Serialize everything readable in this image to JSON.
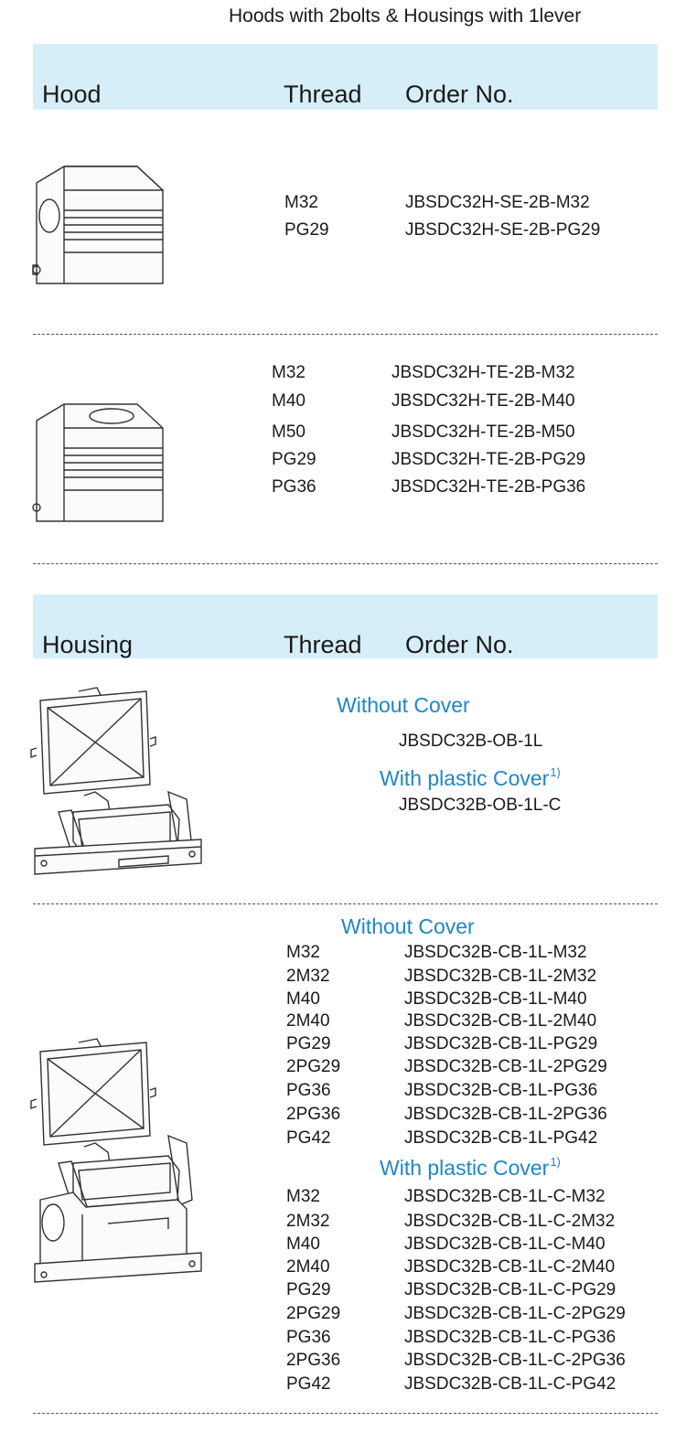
{
  "page_title": "Hoods with 2bolts & Housings with 1lever",
  "hood_header": {
    "col1": "Hood",
    "col2": "Thread",
    "col3": "Order No."
  },
  "hood_side_entry": {
    "rows": [
      {
        "thread": "M32",
        "order": "JBSDC32H-SE-2B-M32"
      },
      {
        "thread": "PG29",
        "order": "JBSDC32H-SE-2B-PG29"
      }
    ]
  },
  "hood_top_entry": {
    "rows": [
      {
        "thread": "M32",
        "order": "JBSDC32H-TE-2B-M32"
      },
      {
        "thread": "M40",
        "order": "JBSDC32H-TE-2B-M40"
      },
      {
        "thread": "M50",
        "order": "JBSDC32H-TE-2B-M50"
      },
      {
        "thread": "PG29",
        "order": "JBSDC32H-TE-2B-PG29"
      },
      {
        "thread": "PG36",
        "order": "JBSDC32H-TE-2B-PG36"
      }
    ]
  },
  "housing_header": {
    "col1": "Housing",
    "col2": "Thread",
    "col3": "Order No."
  },
  "housing_open_base": {
    "without_cover_label": "Without Cover",
    "without_cover_order": "JBSDC32B-OB-1L",
    "with_cover_label": "With plastic Cover",
    "with_cover_note": "1)",
    "with_cover_order": "JBSDC32B-OB-1L-C"
  },
  "housing_closed_base": {
    "without_cover_label": "Without Cover",
    "without_cover_rows": [
      {
        "thread": "M32",
        "order": "JBSDC32B-CB-1L-M32"
      },
      {
        "thread": "2M32",
        "order": "JBSDC32B-CB-1L-2M32"
      },
      {
        "thread": "M40",
        "order": "JBSDC32B-CB-1L-M40"
      },
      {
        "thread": "2M40",
        "order": "JBSDC32B-CB-1L-2M40"
      },
      {
        "thread": "PG29",
        "order": "JBSDC32B-CB-1L-PG29"
      },
      {
        "thread": "2PG29",
        "order": "JBSDC32B-CB-1L-2PG29"
      },
      {
        "thread": "PG36",
        "order": "JBSDC32B-CB-1L-PG36"
      },
      {
        "thread": "2PG36",
        "order": "JBSDC32B-CB-1L-2PG36"
      },
      {
        "thread": "PG42",
        "order": "JBSDC32B-CB-1L-PG42"
      }
    ],
    "with_cover_label": "With plastic Cover",
    "with_cover_note": "1)",
    "with_cover_rows": [
      {
        "thread": "M32",
        "order": "JBSDC32B-CB-1L-C-M32"
      },
      {
        "thread": "2M32",
        "order": "JBSDC32B-CB-1L-C-2M32"
      },
      {
        "thread": "M40",
        "order": "JBSDC32B-CB-1L-C-M40"
      },
      {
        "thread": "2M40",
        "order": "JBSDC32B-CB-1L-C-2M40"
      },
      {
        "thread": "PG29",
        "order": "JBSDC32B-CB-1L-C-PG29"
      },
      {
        "thread": "2PG29",
        "order": "JBSDC32B-CB-1L-C-2PG29"
      },
      {
        "thread": "PG36",
        "order": "JBSDC32B-CB-1L-C-PG36"
      },
      {
        "thread": "2PG36",
        "order": "JBSDC32B-CB-1L-C-2PG36"
      },
      {
        "thread": "PG42",
        "order": "JBSDC32B-CB-1L-C-PG42"
      }
    ]
  },
  "colors": {
    "header_band": "#d6eef8",
    "accent_blue": "#1f86c8",
    "text": "#1a1a1a",
    "line": "#333333"
  },
  "icons": [
    "hood-side-entry-drawing",
    "hood-top-entry-drawing",
    "housing-open-base-drawing",
    "housing-closed-base-drawing"
  ]
}
